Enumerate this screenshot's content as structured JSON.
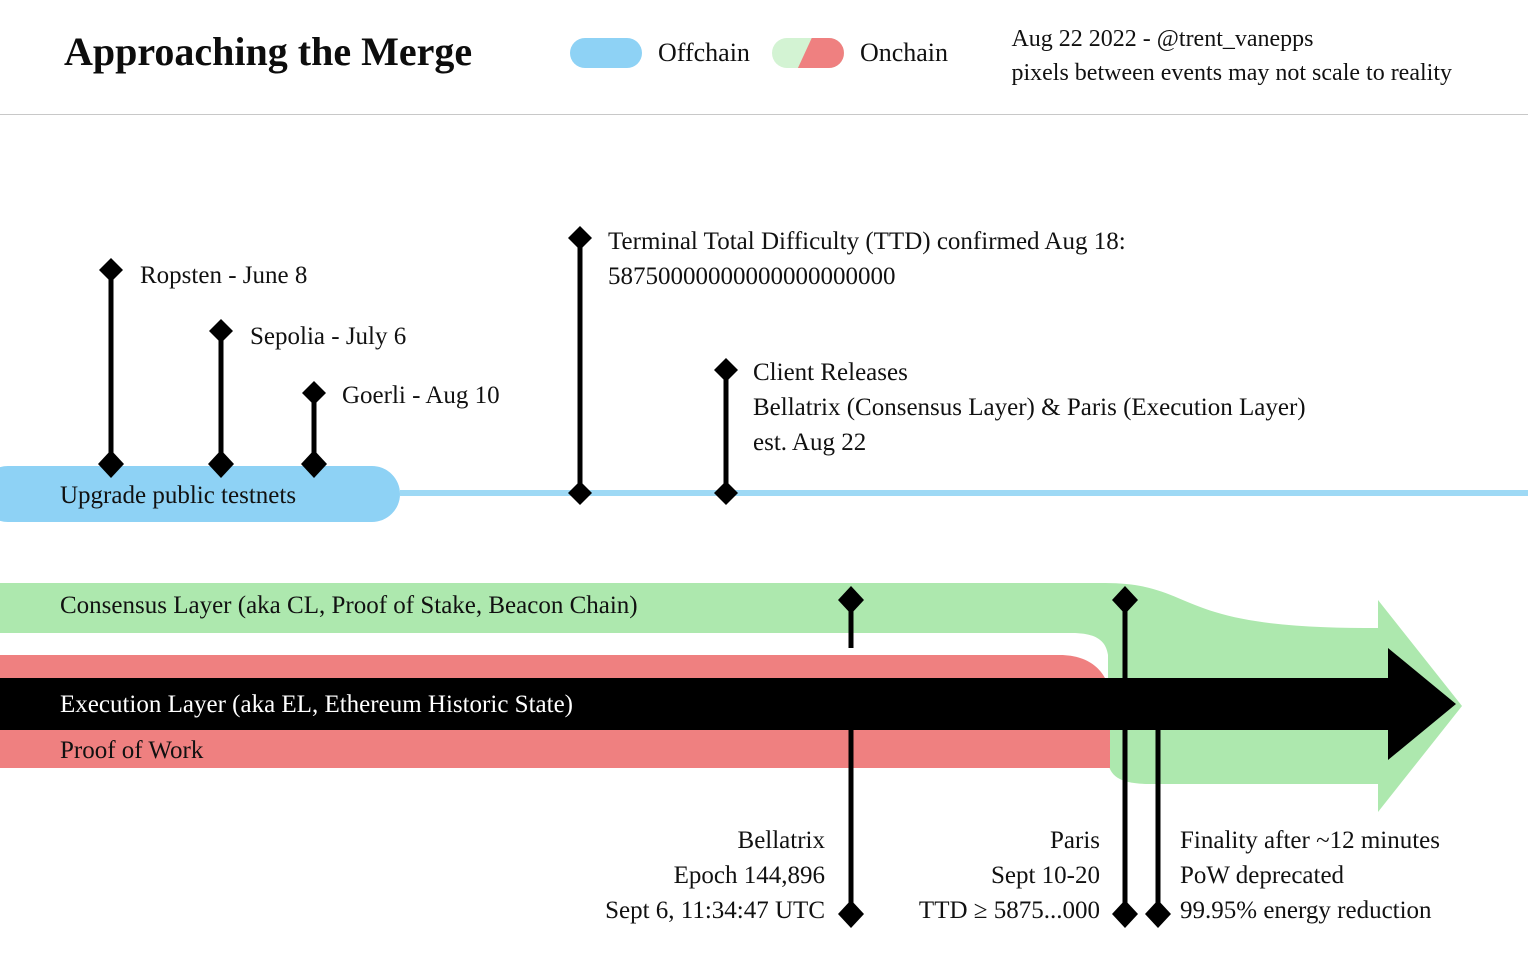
{
  "header": {
    "title": "Approaching the Merge",
    "legend": [
      {
        "label": "Offchain",
        "icon": "offchain-pill",
        "color": "#8ed2f5"
      },
      {
        "label": "Onchain",
        "icon": "onchain-pill",
        "colors": [
          "#d3f3d3",
          "#ef8080"
        ]
      }
    ],
    "credit_line1": "Aug 22 2022 - @trent_vanepps",
    "credit_line2": "pixels between events may not scale to reality"
  },
  "offchain_track": {
    "lane_label": "Upgrade public testnets",
    "lane_color": "#8ed2f5",
    "markers": [
      {
        "label": "Ropsten - June 8"
      },
      {
        "label": "Sepolia - July 6"
      },
      {
        "label": "Goerli - Aug 10"
      }
    ],
    "ttd": {
      "line1": "Terminal Total Difficulty (TTD) confirmed Aug 18:",
      "line2": "58750000000000000000000"
    },
    "client_releases": {
      "line1": "Client Releases",
      "line2": "Bellatrix (Consensus Layer) & Paris (Execution Layer)",
      "line3": "est. Aug 22"
    }
  },
  "onchain_track": {
    "consensus_label": "Consensus Layer (aka CL, Proof of Stake, Beacon Chain)",
    "execution_label": "Execution Layer (aka EL, Ethereum Historic State)",
    "pow_label": "Proof of Work",
    "colors": {
      "consensus": "#ade8ae",
      "execution": "#000000",
      "pow": "#ef8080"
    }
  },
  "bottom_annotations": {
    "bellatrix": {
      "line1": "Bellatrix",
      "line2": "Epoch 144,896",
      "line3": "Sept 6, 11:34:47 UTC"
    },
    "paris": {
      "line1": "Paris",
      "line2": "Sept 10-20",
      "line3": "TTD ≥ 5875...000"
    },
    "finality": {
      "line1": "Finality after ~12 minutes",
      "line2": "PoW deprecated",
      "line3": "99.95% energy reduction"
    }
  }
}
